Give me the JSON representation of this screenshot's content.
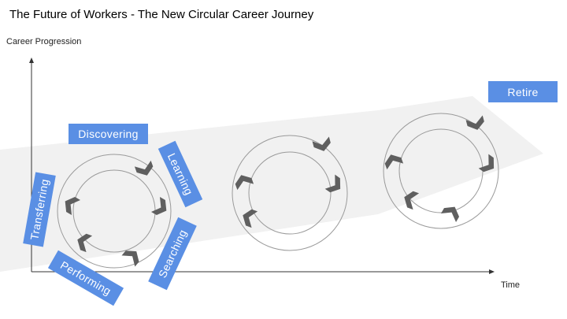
{
  "title": "The Future of Workers - The New Circular Career Journey",
  "axes": {
    "y_label": "Career Progression",
    "x_label": "Time"
  },
  "stages": {
    "discovering": "Discovering",
    "learning": "Learning",
    "searching": "Searching",
    "performing": "Performing",
    "transferring": "Transferring",
    "retire": "Retire"
  },
  "colors": {
    "tag": "#5a8fe4",
    "band": "#f1f1f1",
    "chevron": "#5f5f5f",
    "circle": "#9a9a9a",
    "axis": "#333333"
  }
}
